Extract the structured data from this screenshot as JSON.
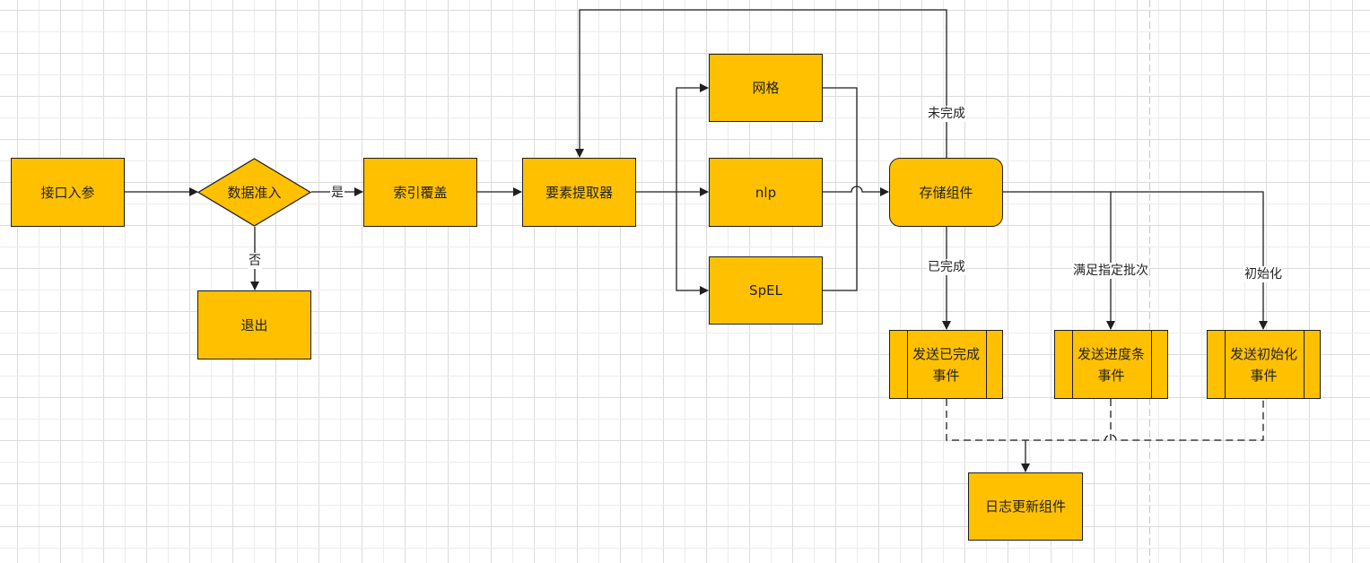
{
  "diagram": {
    "nodes": {
      "input": "接口入参",
      "decision": "数据准入",
      "exit": "退出",
      "index": "索引覆盖",
      "extractor": "要素提取器",
      "grid": "网格",
      "nlp": "nlp",
      "spel": "SpEL",
      "storage": "存储组件",
      "send_done": "发送已完成事件",
      "send_progress": "发送进度条事件",
      "send_init": "发送初始化事件",
      "log_update": "日志更新组件"
    },
    "edge_labels": {
      "yes": "是",
      "no": "否",
      "not_done": "未完成",
      "done": "已完成",
      "batch": "满足指定批次",
      "init": "初始化"
    },
    "colors": {
      "node_fill": "#FFC000",
      "stroke": "#1f1f1f",
      "grid_minor": "#ececec",
      "grid_major": "#dcdcdc",
      "page_break": "#c8c8c8"
    }
  }
}
